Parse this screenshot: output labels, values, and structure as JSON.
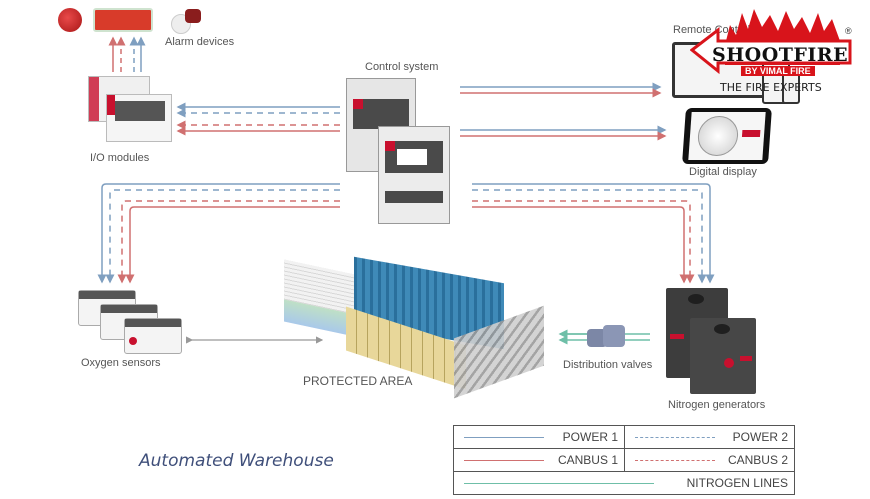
{
  "diagram": {
    "nodes": {
      "alarm_devices": "Alarm devices",
      "io_modules": "I/O modules",
      "control_system": "Control system",
      "remote_control": "Remote Control",
      "digital_display": "Digital display",
      "oxygen_sensors": "Oxygen sensors",
      "protected_area": "PROTECTED AREA",
      "distribution_valves": "Distribution valves",
      "nitrogen_generators": "Nitrogen generators"
    },
    "caption": "Automated Warehouse",
    "legend": {
      "power1": "POWER 1",
      "power2": "POWER 2",
      "canbus1": "CANBUS 1",
      "canbus2": "CANBUS 2",
      "nitrogen": "NITROGEN LINES"
    },
    "colors": {
      "power": "#7f9fc0",
      "canbus": "#d07070",
      "nitrogen": "#6fbfa8",
      "accent_red": "#c8102e"
    }
  },
  "logo": {
    "brand": "SHOOTFIRE",
    "sub": "BY VIMAL FIRE",
    "tagline": "THE FIRE EXPERTS",
    "registered": "®"
  }
}
